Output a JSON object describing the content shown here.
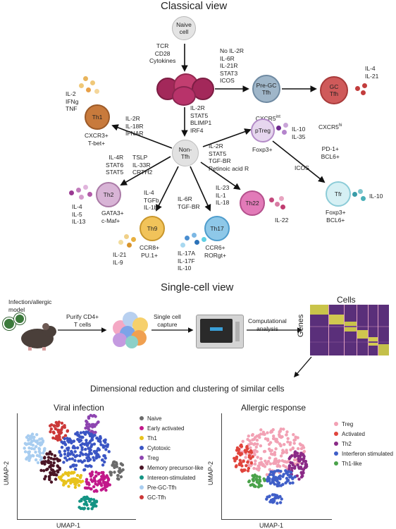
{
  "classical": {
    "title": "Classical view",
    "naive_label": "Naive\ncell",
    "naive_signals": "TCR\nCD28\nCytokines",
    "tfh_signals": "No IL-2R\nIL-6R\nIL-21R\nSTAT3\nICOS",
    "pregc_label": "Pre-GC\nTfh",
    "pregc_marker": "CXCR5",
    "pregc_marker_sup": "int",
    "gc_label": "GC\nTfh",
    "gc_cytokines": "IL-4\nIL-21",
    "gc_markers": "PD-1+\nBCL6+",
    "gc_marker_first": "CXCR5",
    "gc_marker_first_sup": "hi",
    "nontfh_signals": "IL-2R\nSTAT5\nBLIMP1\nIRF4",
    "nontfh_label": "Non-\nTfh",
    "th1_label": "Th1",
    "th1_cytokines": "IL-2\nIFNg\nTNF",
    "th1_signals": "IL-2R\nIL-18R\nIFNAR",
    "th1_markers": "CXCR3+\nT-bet+",
    "treg_signals": "IL-2R\nSTAT5\nTGF-BR\nRetinoic acid R",
    "ptreg_label": "pTreg",
    "ptreg_cytokines": "IL-10\nIL-35",
    "ptreg_marker": "Foxp3+",
    "icos_label": "ICOS",
    "tfr_label": "Tfr",
    "tfr_cytokine": "IL-10",
    "tfr_markers": "Foxp3+\nBCL6+",
    "th2_signals_left": "IL-4R\nSTAT6\nSTAT5",
    "th2_signals_right": "TSLP\nIL-33R\nCRTH2",
    "th2_label": "Th2",
    "th2_cytokines": "IL-4\nIL-5\nIL-13",
    "th2_markers": "GATA3+\nc-Maf+",
    "th9_signals": "IL-4\nTGFb\nIL-1b",
    "th9_label": "Th9",
    "th9_cytokines": "IL-21\nIL-9",
    "th9_markers": "CCR8+\nPU.1+",
    "th17_signals": "IL-6R\nTGF-BR",
    "th17_label": "Th17",
    "th17_cytokines": "IL-17A\nIL-17F\nIL-10",
    "th17_markers": "CCR6+\nRORgt+",
    "th22_signals": "IL-23\nIL-1\nIL-18",
    "th22_label": "Th22",
    "th22_cytokine": "IL-22"
  },
  "single_cell": {
    "title": "Single-cell view",
    "model_label": "Infection/allergic\nmodel",
    "purify_label": "Purify CD4+\nT cells",
    "capture_label": "Single cell\ncapture",
    "analysis_label": "Computational\nanalysis",
    "cells_label": "Cells",
    "genes_label": "Genes"
  },
  "reduction": {
    "title": "Dimensional reduction and clustering of similar cells",
    "viral": {
      "title": "Viral infection",
      "xlabel": "UMAP-1",
      "ylabel": "UMAP-2",
      "legend": [
        {
          "label": "Naive",
          "color": "#6b6b6b"
        },
        {
          "label": "Early activated",
          "color": "#c2188a"
        },
        {
          "label": "Th1",
          "color": "#e8c21c"
        },
        {
          "label": "Cytotoxic",
          "color": "#3a55c4"
        },
        {
          "label": "Treg",
          "color": "#8d44b0"
        },
        {
          "label": "Memory precursor-like",
          "color": "#4a1526"
        },
        {
          "label": "Intereon-stimulated",
          "color": "#149484"
        },
        {
          "label": "Pre-GC-Tfh",
          "color": "#a8cdf0"
        },
        {
          "label": "GC-Tfh",
          "color": "#cc3838"
        }
      ]
    },
    "allergic": {
      "title": "Allergic response",
      "xlabel": "UMAP-1",
      "ylabel": "UMAP-2",
      "legend": [
        {
          "label": "Treg",
          "color": "#f2a1b4"
        },
        {
          "label": "Activated",
          "color": "#e0443c"
        },
        {
          "label": "Th2",
          "color": "#8a2a86"
        },
        {
          "label": "Interferon stimulated",
          "color": "#3f5ec8"
        },
        {
          "label": "Th1-like",
          "color": "#4aa24a"
        }
      ]
    }
  }
}
